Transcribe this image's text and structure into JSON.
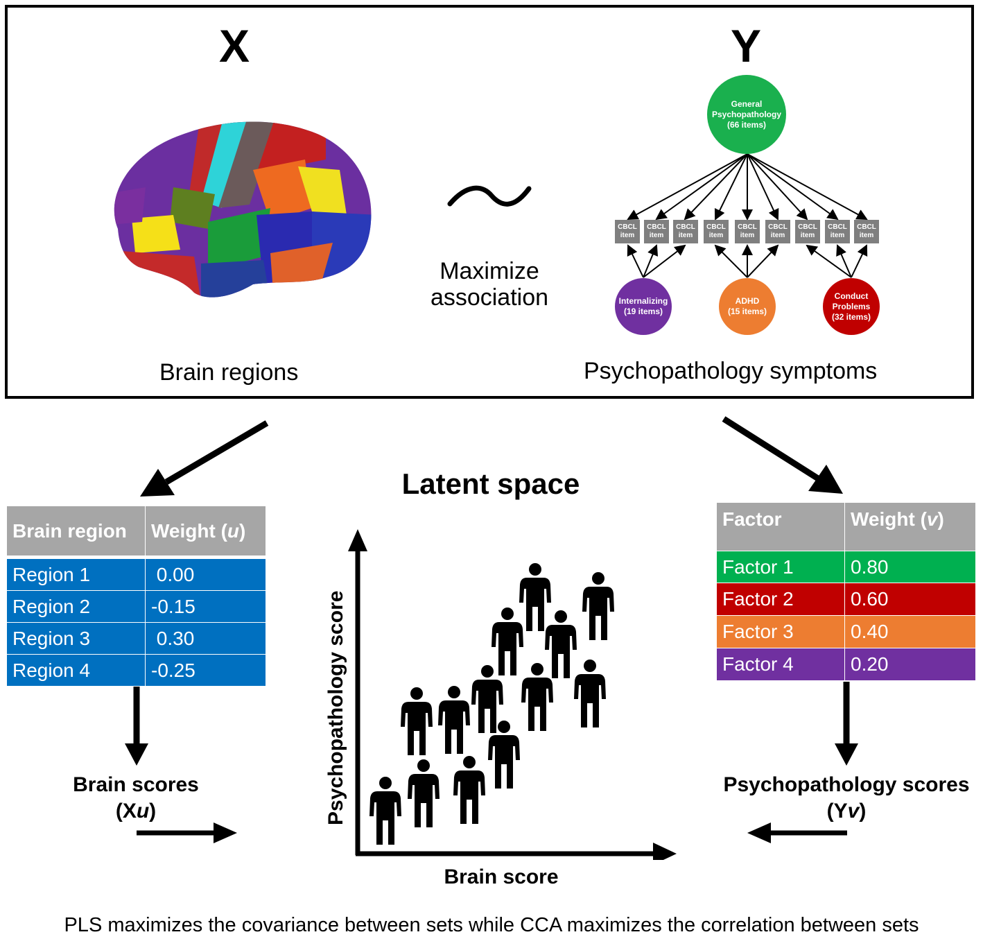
{
  "top": {
    "x_letter": "X",
    "y_letter": "Y",
    "tilde": "~",
    "maximize": "Maximize",
    "association": "association",
    "brain_label": "Brain regions",
    "psych_label": "Psychopathology symptoms"
  },
  "model": {
    "general": [
      "General",
      "Psychopathology",
      "(66 items)"
    ],
    "cbcl_item": [
      "CBCL",
      "item"
    ],
    "internalizing": [
      "Internalizing",
      "(19 items)"
    ],
    "adhd": [
      "ADHD",
      "(15 items)"
    ],
    "conduct": [
      "Conduct",
      "Problems",
      "(32 items)"
    ],
    "colors": {
      "general": "#1ab04e",
      "internalizing": "#7030a0",
      "adhd": "#ed7d31",
      "conduct": "#c00000"
    }
  },
  "brain_table": {
    "col1": "Brain region",
    "col2": "Weight (",
    "col2_var": "u",
    "col2_end": ")",
    "rows": [
      {
        "name": "Region 1",
        "weight": " 0.00"
      },
      {
        "name": "Region 2",
        "weight": "-0.15"
      },
      {
        "name": "Region 3",
        "weight": " 0.30"
      },
      {
        "name": "Region 4",
        "weight": "-0.25"
      }
    ],
    "row_color": "#0070c0"
  },
  "factor_table": {
    "col1": "Factor",
    "col2": "Weight (",
    "col2_var": "v",
    "col2_end": ")",
    "rows": [
      {
        "name": "Factor 1",
        "weight": "0.80",
        "color": "#00b050"
      },
      {
        "name": "Factor 2",
        "weight": "0.60",
        "color": "#c00000"
      },
      {
        "name": "Factor 3",
        "weight": "0.40",
        "color": "#ed7d31"
      },
      {
        "name": "Factor 4",
        "weight": "0.20",
        "color": "#7030a0"
      }
    ]
  },
  "latent": {
    "title": "Latent space",
    "ylabel": "Psychopathology score",
    "xlabel": "Brain score"
  },
  "scores": {
    "brain_line1": "Brain scores",
    "brain_line2_a": "(X",
    "brain_line2_var": "u",
    "brain_line2_b": ")",
    "psych_line1": "Psychopathology scores",
    "psych_line2_a": "(Y",
    "psych_line2_var": "v",
    "psych_line2_b": ")"
  },
  "caption": "PLS maximizes the covariance between sets while CCA maximizes the correlation between sets"
}
